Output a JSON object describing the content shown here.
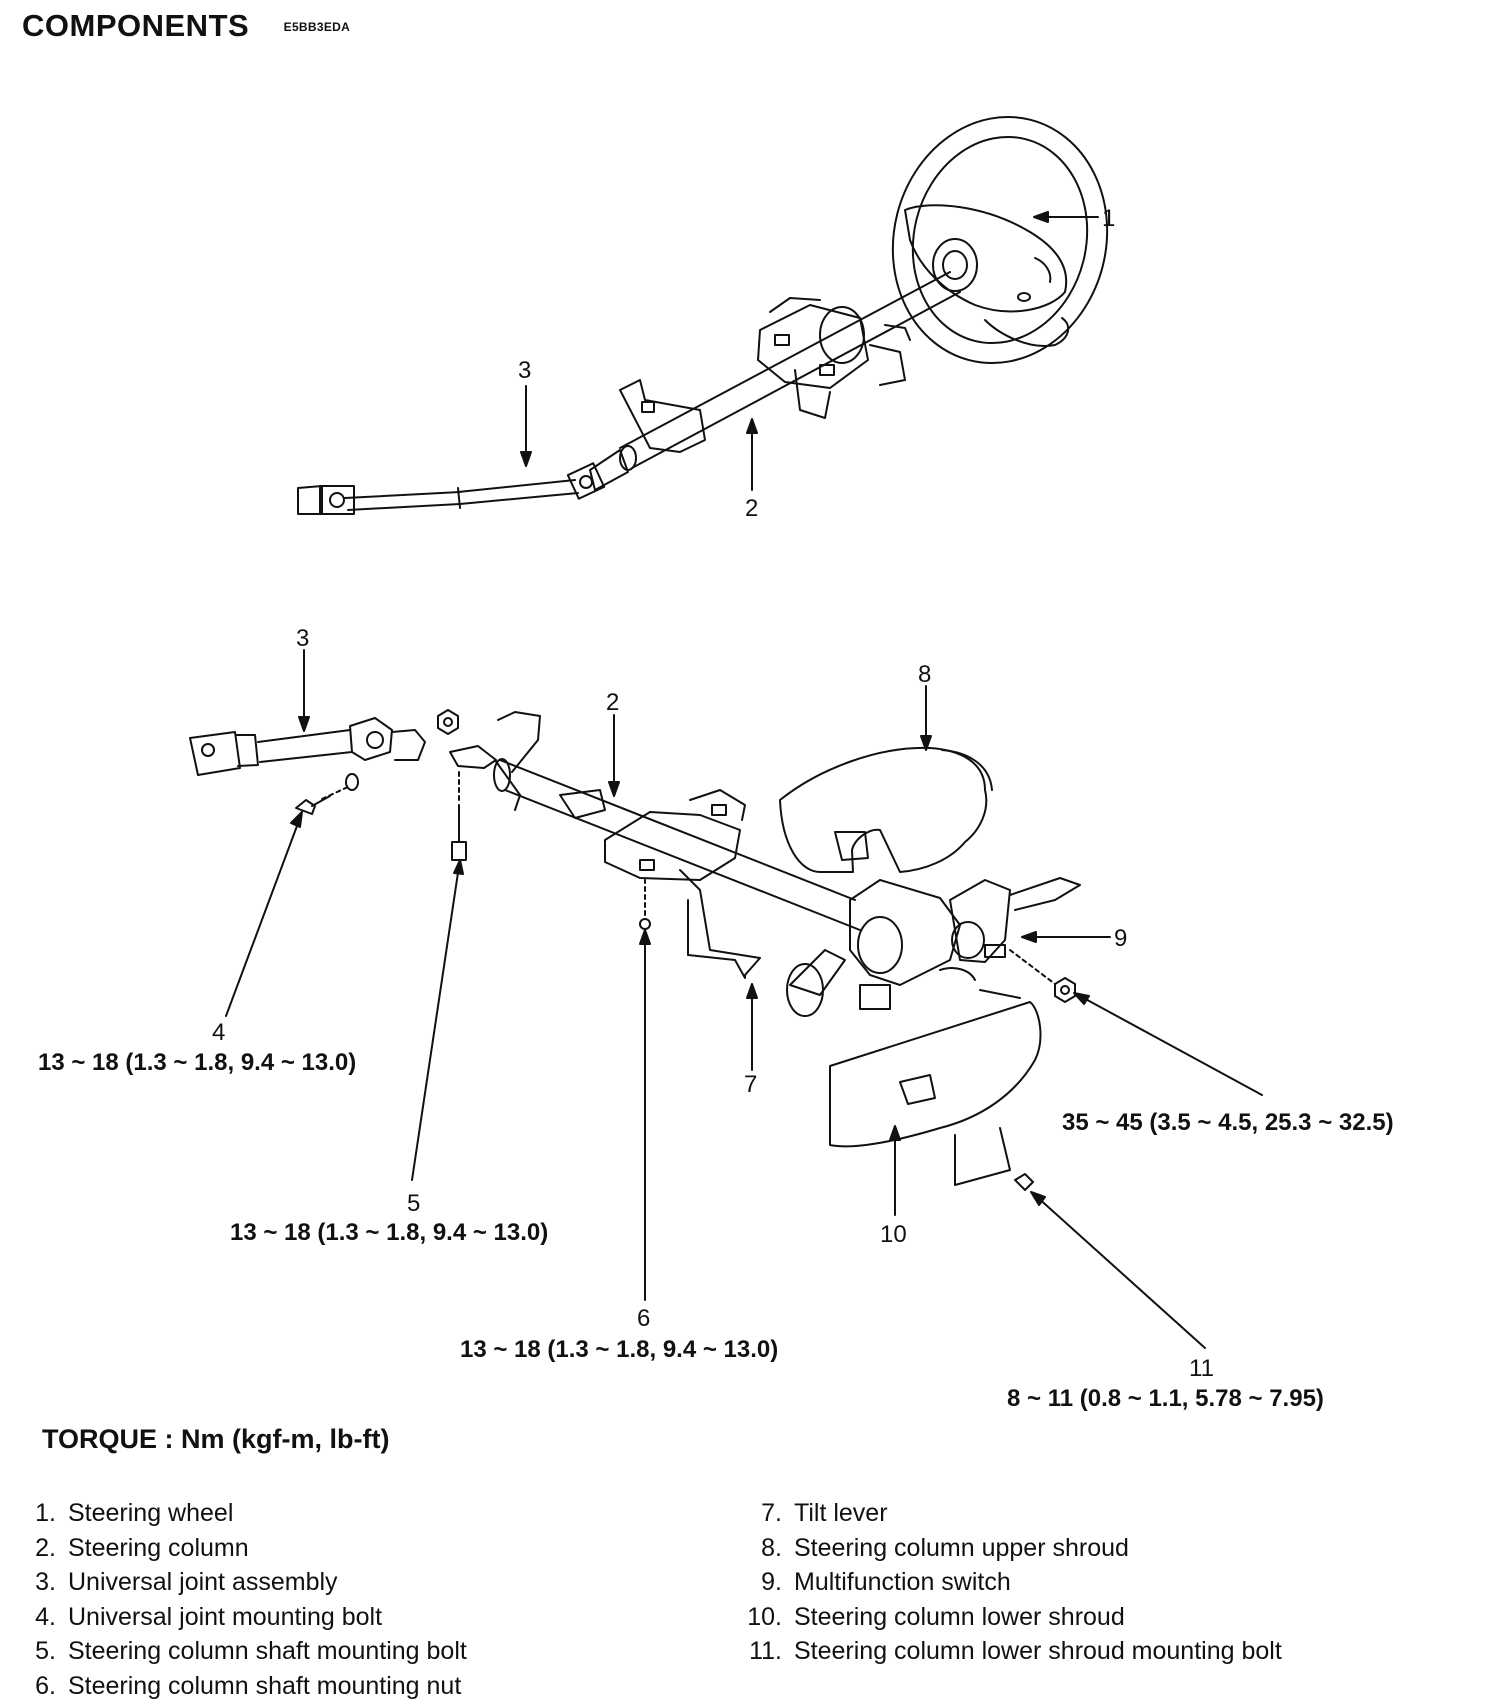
{
  "header": {
    "title": "COMPONENTS",
    "code": "E5BB3EDA"
  },
  "top_callouts": {
    "c1": "1",
    "c2": "2",
    "c3": "3"
  },
  "bottom_callouts": {
    "c2": "2",
    "c3": "3",
    "c4": "4",
    "c5": "5",
    "c6": "6",
    "c7": "7",
    "c8": "8",
    "c9": "9",
    "c10": "10",
    "c11": "11"
  },
  "torque_values": {
    "t4": "13 ~ 18 (1.3 ~ 1.8, 9.4 ~ 13.0)",
    "t5": "13 ~ 18 (1.3 ~ 1.8, 9.4 ~ 13.0)",
    "t6": "13 ~ 18 (1.3 ~ 1.8, 9.4 ~ 13.0)",
    "t9nut": "35 ~ 45 (3.5 ~ 4.5, 25.3 ~ 32.5)",
    "t11": "8 ~ 11 (0.8 ~ 1.1, 5.78 ~ 7.95)"
  },
  "torque_unit": "TORQUE : Nm (kgf-m, lb-ft)",
  "legend_left": [
    {
      "num": "1.",
      "label": "Steering wheel"
    },
    {
      "num": "2.",
      "label": "Steering column"
    },
    {
      "num": "3.",
      "label": "Universal joint assembly"
    },
    {
      "num": "4.",
      "label": "Universal joint mounting bolt"
    },
    {
      "num": "5.",
      "label": "Steering column shaft mounting bolt"
    },
    {
      "num": "6.",
      "label": "Steering column shaft mounting nut"
    }
  ],
  "legend_right": [
    {
      "num": "7.",
      "label": "Tilt lever"
    },
    {
      "num": "8.",
      "label": "Steering column upper shroud"
    },
    {
      "num": "9.",
      "label": "Multifunction switch"
    },
    {
      "num": "10.",
      "label": "Steering column lower shroud"
    },
    {
      "num": "11.",
      "label": "Steering column lower shroud mounting bolt"
    }
  ]
}
